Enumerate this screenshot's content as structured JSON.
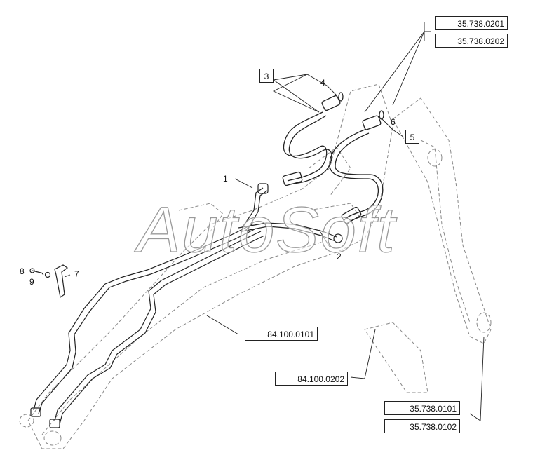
{
  "watermark": "AutoSoft",
  "references": {
    "top_1": "35.738.0201",
    "top_2": "35.738.0202",
    "mid_1": "84.100.0101",
    "mid_2": "84.100.0202",
    "bottom_1": "35.738.0101",
    "bottom_2": "35.738.0102"
  },
  "boxed_items": {
    "item_3": "3",
    "item_5": "5"
  },
  "callouts": {
    "c1": "1",
    "c2": "2",
    "c4": "4",
    "c6": "6",
    "c7": "7",
    "c8": "8",
    "c9": "9"
  },
  "colors": {
    "line": "#222222",
    "dashed": "#888888"
  }
}
